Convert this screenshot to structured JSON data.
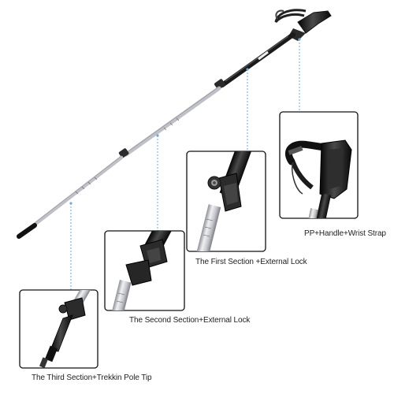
{
  "captions": {
    "handle": "PP+Handle+Wrist Strap",
    "first_section": "The First Section +External Lock",
    "second_section": "The Second Section+External Lock",
    "third_section": "The Third Section+Trekkin Pole Tip"
  },
  "colors": {
    "leader_line": "#6fa8dc",
    "frame": "#111111",
    "pole_silver": "#d9dadd",
    "pole_black": "#1a1a1a",
    "lock_dark": "#2b2b2b"
  }
}
